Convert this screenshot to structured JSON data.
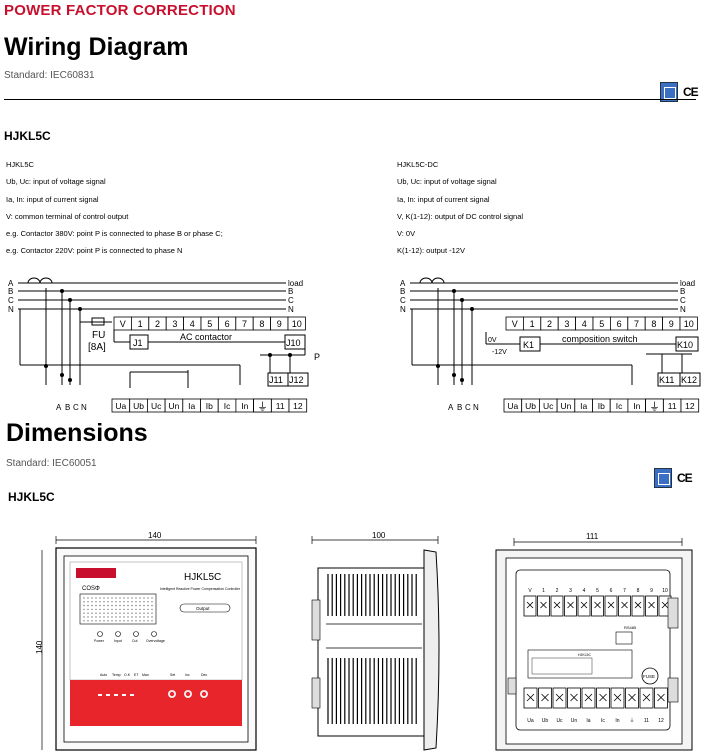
{
  "header": {
    "category": "POWER FACTOR CORRECTION",
    "title": "Wiring Diagram",
    "standard": "Standard: IEC60831",
    "model": "HJKL5C"
  },
  "certifications": {
    "ce": "CE"
  },
  "left_panel": {
    "lines": [
      "HJKL5C",
      "Ub, Uc: input of voltage signal",
      "Ia, In: input of current signal",
      "V: common terminal of control output",
      "e.g. Contactor 380V: point P is connected to phase B or phase C;",
      "e.g. Contactor 220V: point P is connected to phase N"
    ]
  },
  "right_panel": {
    "lines": [
      "HJKL5C-DC",
      "Ub, Uc: input of voltage signal",
      "Ia, In: input of current signal",
      "V, K(1-12): output of  DC control signal",
      "V: 0V",
      "K(1-12): output -12V"
    ]
  },
  "wiring": {
    "phases": [
      "A",
      "B",
      "C",
      "N"
    ],
    "load": "load",
    "top_terminals": [
      "V",
      "1",
      "2",
      "3",
      "4",
      "5",
      "6",
      "7",
      "8",
      "9",
      "10"
    ],
    "bottom_terminals": [
      "Ua",
      "Ub",
      "Uc",
      "Un",
      "Ia",
      "Ib",
      "Ic",
      "In",
      "11",
      "12"
    ],
    "ground_symbol": "⏚",
    "bottom_phase_labels": [
      "A",
      "B",
      "C",
      "N"
    ],
    "left": {
      "fuse": "FU",
      "fuse_rating": "[8A]",
      "first": "J1",
      "last": "J10",
      "label": "AC  contactor",
      "p": "P",
      "j11": "J11",
      "j12": "J12"
    },
    "right": {
      "first": "K1",
      "last": "K10",
      "label": "composition switch",
      "zero_v": "0V",
      "minus12": "-12V",
      "k11": "K11",
      "k12": "K12"
    }
  },
  "dimensions": {
    "title": "Dimensions",
    "standard": "Standard: IEC60051",
    "model": "HJKL5C",
    "front_width": "140",
    "front_height": "140",
    "side_depth": "100",
    "rear_width": "111",
    "front_panel": {
      "model": "HJKL5C",
      "subtitle": "Intelligent Reactive Power Compensation Controller",
      "cos": "COSΦ",
      "output": "Output",
      "indicators": [
        "Power",
        "Input",
        "Cut",
        "Overvoltage"
      ],
      "modes": [
        "Auto",
        "Temp",
        "O.K",
        "ET",
        "Man"
      ],
      "buttons": [
        "Set",
        "Inc",
        "Dec"
      ]
    },
    "rear_panel": {
      "top_terminals": [
        "V",
        "1",
        "2",
        "3",
        "4",
        "5",
        "6",
        "7",
        "8",
        "9",
        "10"
      ],
      "rs": "RS485",
      "label_model": "HJKL5C",
      "fuse": "FUSE",
      "bottom_terminals": [
        "Ua",
        "Ub",
        "Uc",
        "Un",
        "Ia",
        "Ic",
        "In",
        "⏚",
        "11",
        "12"
      ]
    }
  }
}
